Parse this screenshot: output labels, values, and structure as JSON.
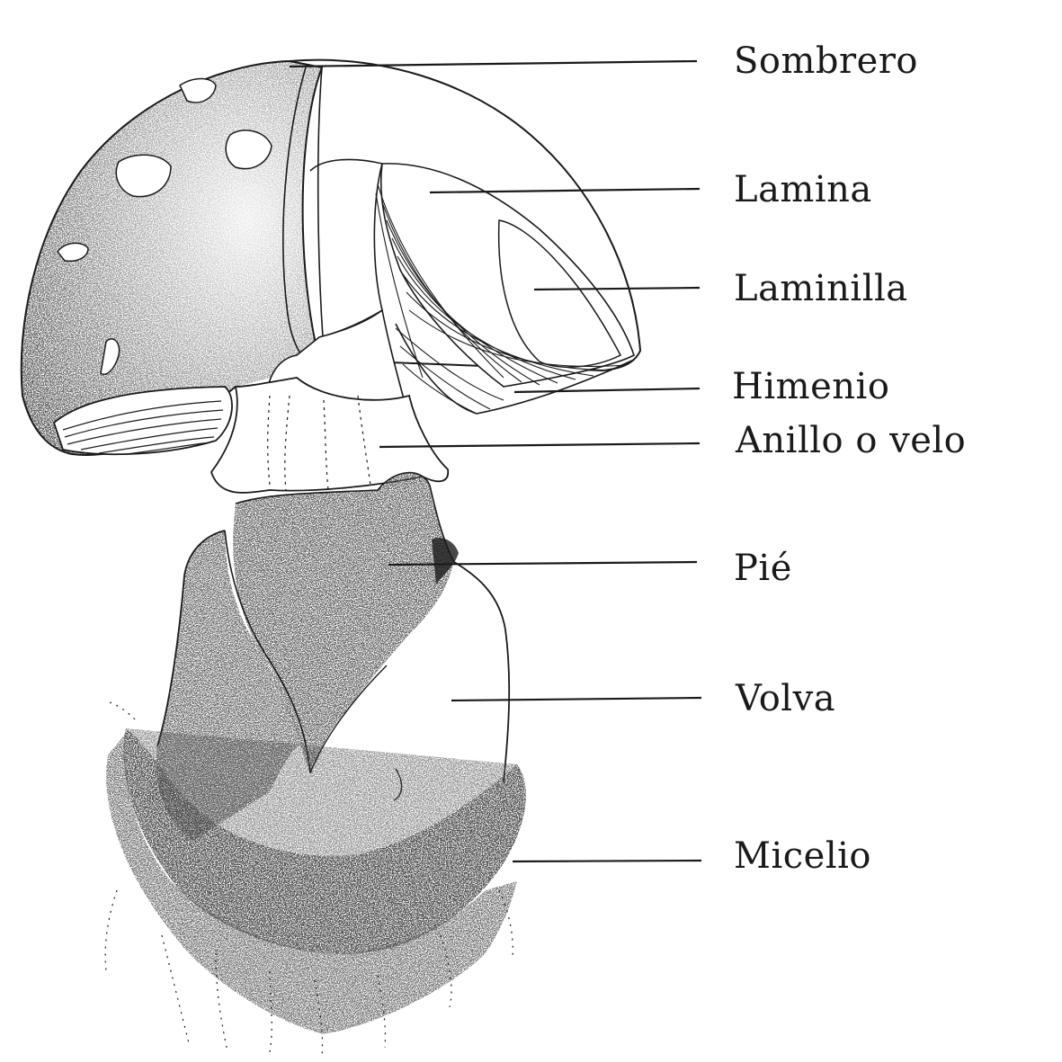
{
  "diagram": {
    "colors": {
      "ink": "#1a1a1a",
      "paper": "#ffffff",
      "stipple": "#2b2b2b"
    },
    "labels": {
      "sombrero": "Sombrero",
      "lamina": "Lamina",
      "laminilla": "Laminilla",
      "himenio": "Himenio",
      "anillo": "Anillo o velo",
      "pie": "Pié",
      "volva": "Volva",
      "micelio": "Micelio"
    }
  }
}
